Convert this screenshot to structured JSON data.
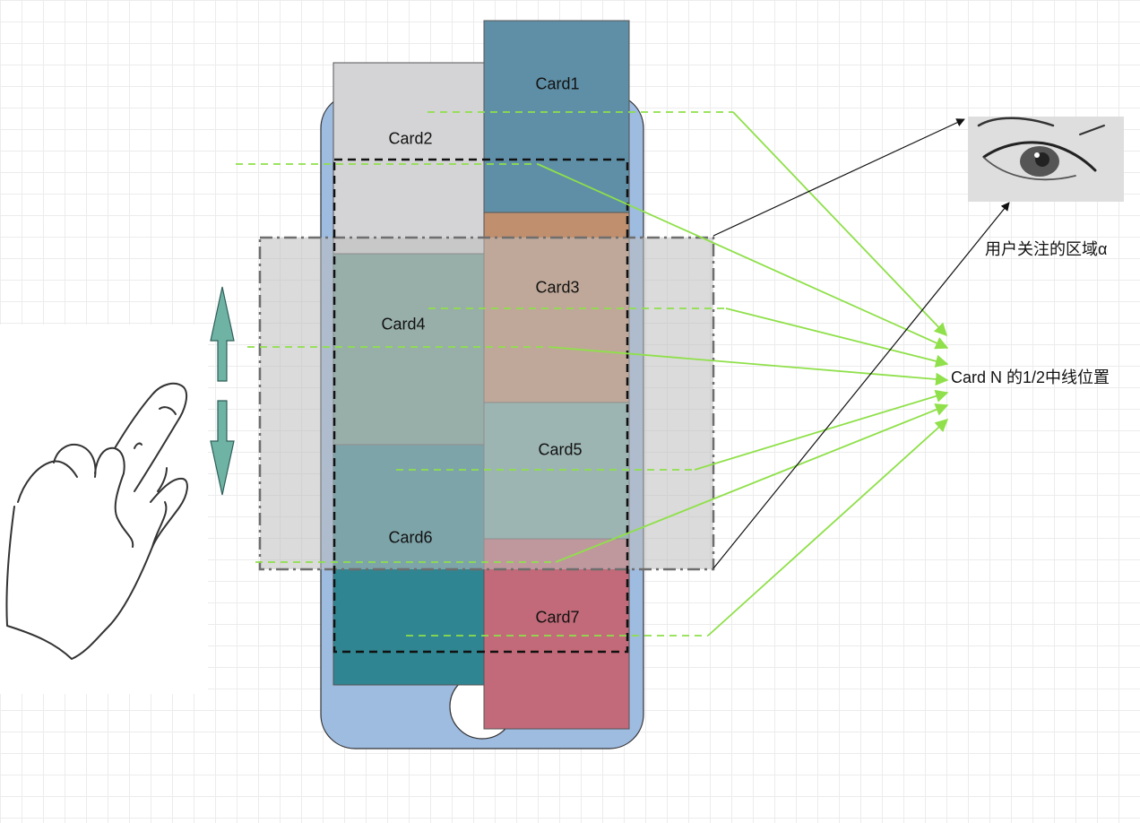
{
  "cards": [
    {
      "id": "card1",
      "label": "Card1",
      "color": "#5f8fa6"
    },
    {
      "id": "card2",
      "label": "Card2",
      "color": "#d4d4d6"
    },
    {
      "id": "card3",
      "label": "Card3",
      "color": "#c08f6e"
    },
    {
      "id": "card4",
      "label": "Card4",
      "color": "#6b9b8f"
    },
    {
      "id": "card5",
      "label": "Card5",
      "color": "#73aca4"
    },
    {
      "id": "card6",
      "label": "Card6",
      "color": "#2f8591"
    },
    {
      "id": "card7",
      "label": "Card7",
      "color": "#c26a79"
    }
  ],
  "annotations": {
    "attention_area": "用户关注的区域α",
    "midline": "Card N 的1/2中线位置"
  },
  "colors": {
    "phone_body": "#9ebbe0",
    "focus_band": "#bdbdbd",
    "guide_line": "#8fe04a",
    "arrow_teal": "#6fb3a5"
  },
  "icons": [
    "hand-pointer-icon",
    "up-arrow-icon",
    "down-arrow-icon",
    "eye-icon"
  ]
}
